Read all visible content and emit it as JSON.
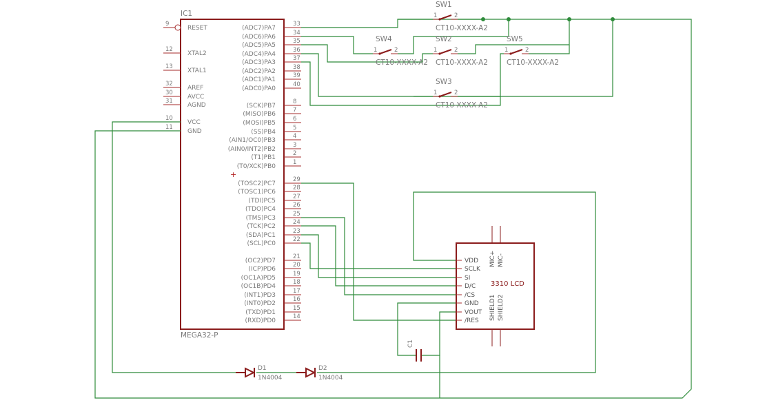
{
  "mcu": {
    "name": "IC1",
    "value": "MEGA32-P",
    "left_pins": [
      {
        "num": "9",
        "name": "RESET"
      },
      {
        "num": "12",
        "name": "XTAL2"
      },
      {
        "num": "13",
        "name": "XTAL1"
      },
      {
        "num": "32",
        "name": "AREF"
      },
      {
        "num": "30",
        "name": "AVCC"
      },
      {
        "num": "31",
        "name": "AGND"
      },
      {
        "num": "10",
        "name": "VCC"
      },
      {
        "num": "11",
        "name": "GND"
      }
    ],
    "right_pins": [
      {
        "num": "33",
        "name": "(ADC7)PA7"
      },
      {
        "num": "34",
        "name": "(ADC6)PA6"
      },
      {
        "num": "35",
        "name": "(ADC5)PA5"
      },
      {
        "num": "36",
        "name": "(ADC4)PA4"
      },
      {
        "num": "37",
        "name": "(ADC3)PA3"
      },
      {
        "num": "38",
        "name": "(ADC2)PA2"
      },
      {
        "num": "39",
        "name": "(ADC1)PA1"
      },
      {
        "num": "40",
        "name": "(ADC0)PA0"
      },
      {
        "num": "8",
        "name": "(SCK)PB7"
      },
      {
        "num": "7",
        "name": "(MISO)PB6"
      },
      {
        "num": "6",
        "name": "(MOSI)PB5"
      },
      {
        "num": "5",
        "name": "(SS)PB4"
      },
      {
        "num": "4",
        "name": "(AIN1/OC0)PB3"
      },
      {
        "num": "3",
        "name": "(AIN0/INT2)PB2"
      },
      {
        "num": "2",
        "name": "(T1)PB1"
      },
      {
        "num": "1",
        "name": "(T0/XCK)PB0"
      },
      {
        "num": "29",
        "name": "(TOSC2)PC7"
      },
      {
        "num": "28",
        "name": "(TOSC1)PC6"
      },
      {
        "num": "27",
        "name": "(TDI)PC5"
      },
      {
        "num": "26",
        "name": "(TDO)PC4"
      },
      {
        "num": "25",
        "name": "(TMS)PC3"
      },
      {
        "num": "24",
        "name": "(TCK)PC2"
      },
      {
        "num": "23",
        "name": "(SDA)PC1"
      },
      {
        "num": "22",
        "name": "(SCL)PC0"
      },
      {
        "num": "21",
        "name": "(OC2)PD7"
      },
      {
        "num": "20",
        "name": "(ICP)PD6"
      },
      {
        "num": "19",
        "name": "(OC1A)PD5"
      },
      {
        "num": "18",
        "name": "(OC1B)PD4"
      },
      {
        "num": "17",
        "name": "(INT1)PD3"
      },
      {
        "num": "16",
        "name": "(INT0)PD2"
      },
      {
        "num": "15",
        "name": "(TXD)PD1"
      },
      {
        "num": "14",
        "name": "(RXD)PD0"
      }
    ]
  },
  "switches": [
    {
      "id": "sw1",
      "name": "SW1",
      "value": "CT10-XXXX-A2"
    },
    {
      "id": "sw2",
      "name": "SW2",
      "value": "CT10-XXXX-A2"
    },
    {
      "id": "sw3",
      "name": "SW3",
      "value": "CT10-XXXX-A2"
    },
    {
      "id": "sw4",
      "name": "SW4",
      "value": "CT10-XXXX-A2"
    },
    {
      "id": "sw5",
      "name": "SW5",
      "value": "CT10-XXXX-A2"
    }
  ],
  "switch_pin_labels": {
    "a": "1",
    "b": "2"
  },
  "lcd": {
    "title": "3310 LCD",
    "pins": [
      "VDD",
      "SCLK",
      "SI",
      "D/C",
      "/CS",
      "GND",
      "VOUT",
      "/RES"
    ],
    "top_pins": [
      "MIC+",
      "MIC-"
    ],
    "bottom_pins": [
      "SHIELD1",
      "SHIELD2"
    ]
  },
  "capacitor": {
    "name": "C1"
  },
  "diodes": [
    {
      "name": "D1",
      "value": "1N4004"
    },
    {
      "name": "D2",
      "value": "1N4004"
    }
  ],
  "colors": {
    "part_body": "#8b1c1c",
    "wire": "#2e8b3a",
    "text": "#7a7a7a"
  }
}
